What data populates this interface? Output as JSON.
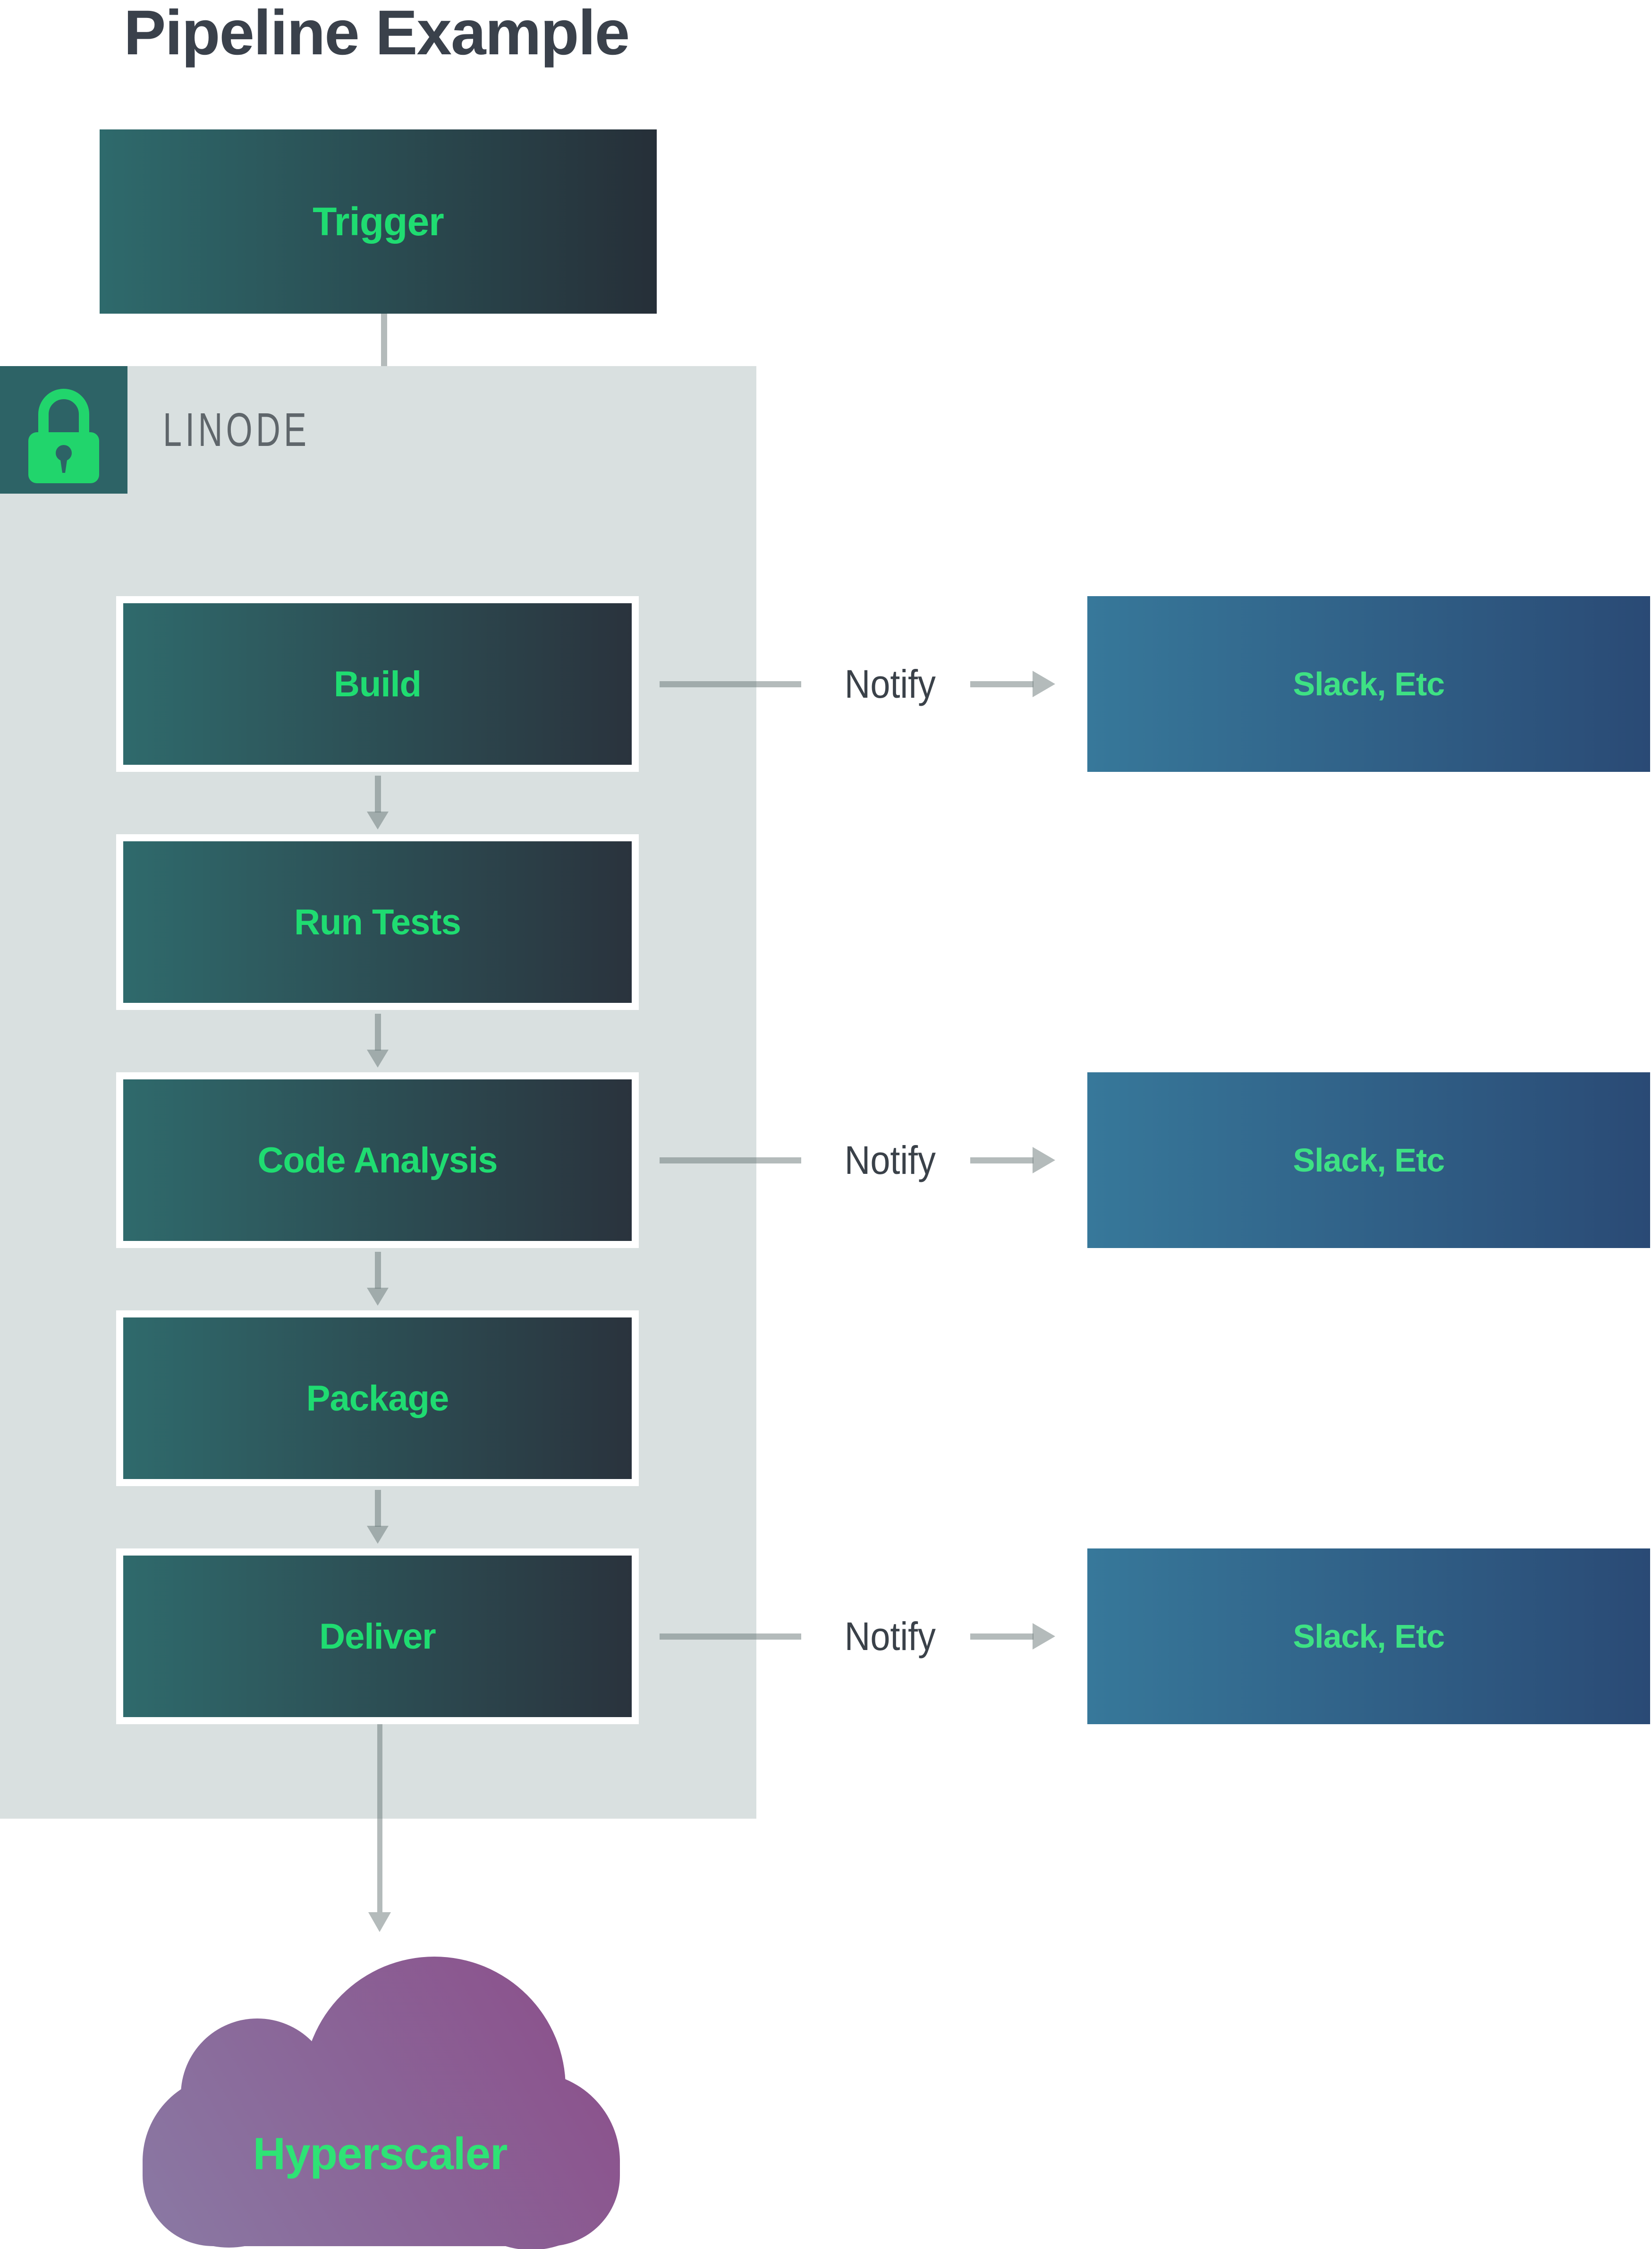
{
  "title": "Pipeline Example",
  "trigger": {
    "label": "Trigger"
  },
  "group": {
    "label": "LINODE",
    "icon": "lock-icon"
  },
  "stages": [
    {
      "label": "Build",
      "notify": true
    },
    {
      "label": "Run Tests",
      "notify": false
    },
    {
      "label": "Code Analysis",
      "notify": true
    },
    {
      "label": "Package",
      "notify": false
    },
    {
      "label": "Deliver",
      "notify": true
    }
  ],
  "notify": {
    "label": "Notify",
    "target": "Slack, Etc"
  },
  "cloud": {
    "label": "Hyperscaler"
  },
  "colors": {
    "title_text": "#3a414b",
    "accent_green": "#1fdc71",
    "slack_text_green": "#3ee184",
    "cloud_text_green": "#2ee375",
    "stage_gradient_left": "#2f6a6c",
    "stage_gradient_right": "#2a333d",
    "notify_box_gradient_left": "#37789a",
    "notify_box_gradient_right": "#2a4a75",
    "container_bg": "#d9e0e0",
    "lock_square_bg": "#2d6366",
    "lock_icon_green": "#21d56c",
    "group_label_text": "#5f666b",
    "notify_text": "#3a4149",
    "arrow_gray": "rgba(98,112,112,0.48)",
    "cloud_gradient_start": "#8a7aa4",
    "cloud_gradient_end": "#8b4c89"
  }
}
